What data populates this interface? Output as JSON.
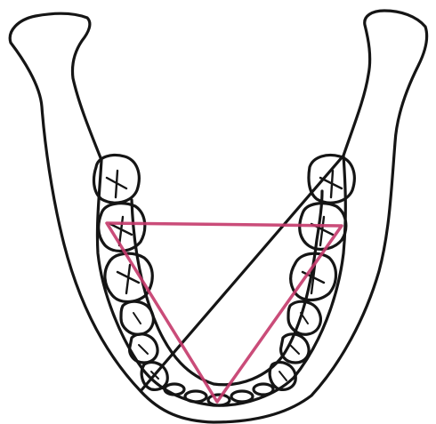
{
  "diagram": {
    "subject": "mandible-occlusal-view",
    "colors": {
      "outline": "#151515",
      "triangle": "#c4386a",
      "background": "#ffffff"
    },
    "teeth": {
      "right_molars": 3,
      "left_molars": 3,
      "right_premolars": 2,
      "left_premolars": 2,
      "right_canine": 1,
      "left_canine": 1,
      "incisors": 4
    },
    "triangle_shape": "inverted-triangle-connecting-molars-to-incisors"
  }
}
